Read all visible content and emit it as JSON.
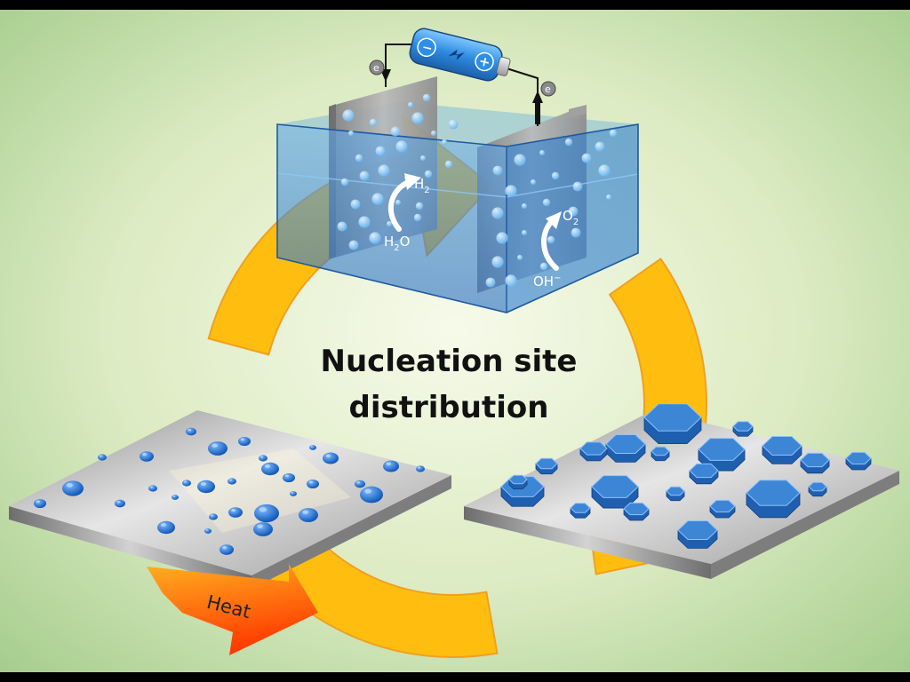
{
  "title": {
    "line1": "Nucleation site",
    "line2": "distribution"
  },
  "cell": {
    "electron_symbol": "e",
    "minus_sign": "−",
    "plus_sign": "+",
    "cathode_product": "H",
    "cathode_product_sub": "2",
    "cathode_reactant": "H",
    "cathode_reactant_sub": "2",
    "cathode_reactant_suffix": "O",
    "anode_product": "O",
    "anode_product_sub": "2",
    "anode_reactant": "OH",
    "anode_reactant_sup": "−"
  },
  "heat_label": "Heat",
  "colors": {
    "background_center": "#f6f9e6",
    "background_edge": "#a8cf92",
    "cycle_arrow": "#ffbe0f",
    "cycle_arrow_edge": "#f0a020",
    "water": "#3a8ed8",
    "electrode": "#9a9a9a",
    "crystal": "#3d86d6",
    "droplet": "#1f6fd0",
    "heat_arrow": "#ff6a10"
  }
}
